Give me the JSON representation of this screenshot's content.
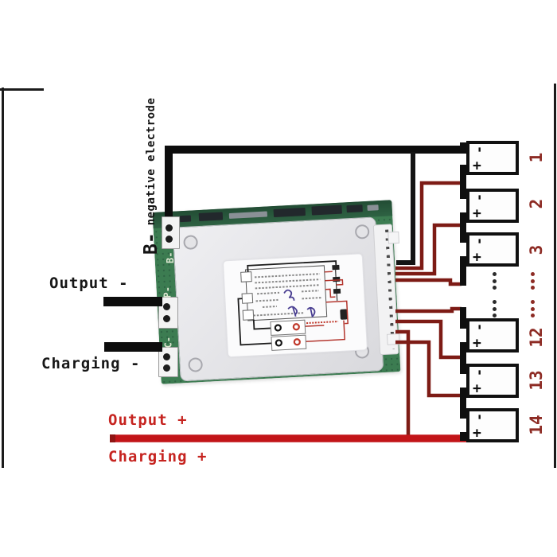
{
  "labels": {
    "b_negative_prefix": "B-",
    "b_negative_text": "negative electrode",
    "output_minus": "Output -",
    "charging_minus": "Charging -",
    "output_plus": "Output +",
    "charging_plus": "Charging +"
  },
  "board": {
    "pad_labels": [
      "B-",
      "P-",
      "C-"
    ]
  },
  "battery_chain": {
    "minus_symbol": "-",
    "plus_symbol": "+",
    "cells": [
      {
        "num": "1"
      },
      {
        "num": "2"
      },
      {
        "num": "3"
      },
      {
        "num": "12"
      },
      {
        "num": "13"
      },
      {
        "num": "14"
      }
    ]
  },
  "colors": {
    "pack_wire_black": "#0d0d0d",
    "bus_wire_red": "#c21418",
    "balance_wire_dark_red": "#7d1b15",
    "cell_number_red": "#8d2b24",
    "pcb_green": "#3c7c51"
  }
}
